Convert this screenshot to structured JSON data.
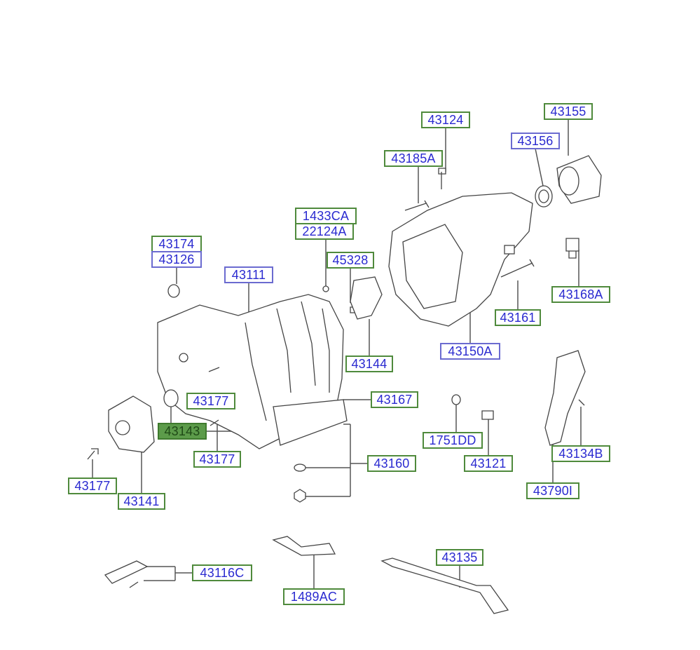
{
  "diagram": {
    "title": "Transmission case parts diagram",
    "colors": {
      "label_border_green": "#4f8a3c",
      "label_border_blue": "#6b6bd0",
      "label_text": "#2a2ad0",
      "highlight_fill": "#5c9b4a",
      "line": "#555555"
    },
    "labels": {
      "p43124": "43124",
      "p43155": "43155",
      "p43156": "43156",
      "p43185A": "43185A",
      "p1433CA": "1433CA",
      "p22124A": "22124A",
      "p43174": "43174",
      "p43126": "43126",
      "p45328": "45328",
      "p43111": "43111",
      "p43168A": "43168A",
      "p43161": "43161",
      "p43150A": "43150A",
      "p43144": "43144",
      "p43177a": "43177",
      "p43167": "43167",
      "p43143": "43143",
      "p1751DD": "1751DD",
      "p43177b": "43177",
      "p43134B": "43134B",
      "p43160": "43160",
      "p43121": "43121",
      "p43177c": "43177",
      "p43141": "43141",
      "p43790I": "43790I",
      "p43135": "43135",
      "p43116C": "43116C",
      "p1489AC": "1489AC"
    }
  }
}
